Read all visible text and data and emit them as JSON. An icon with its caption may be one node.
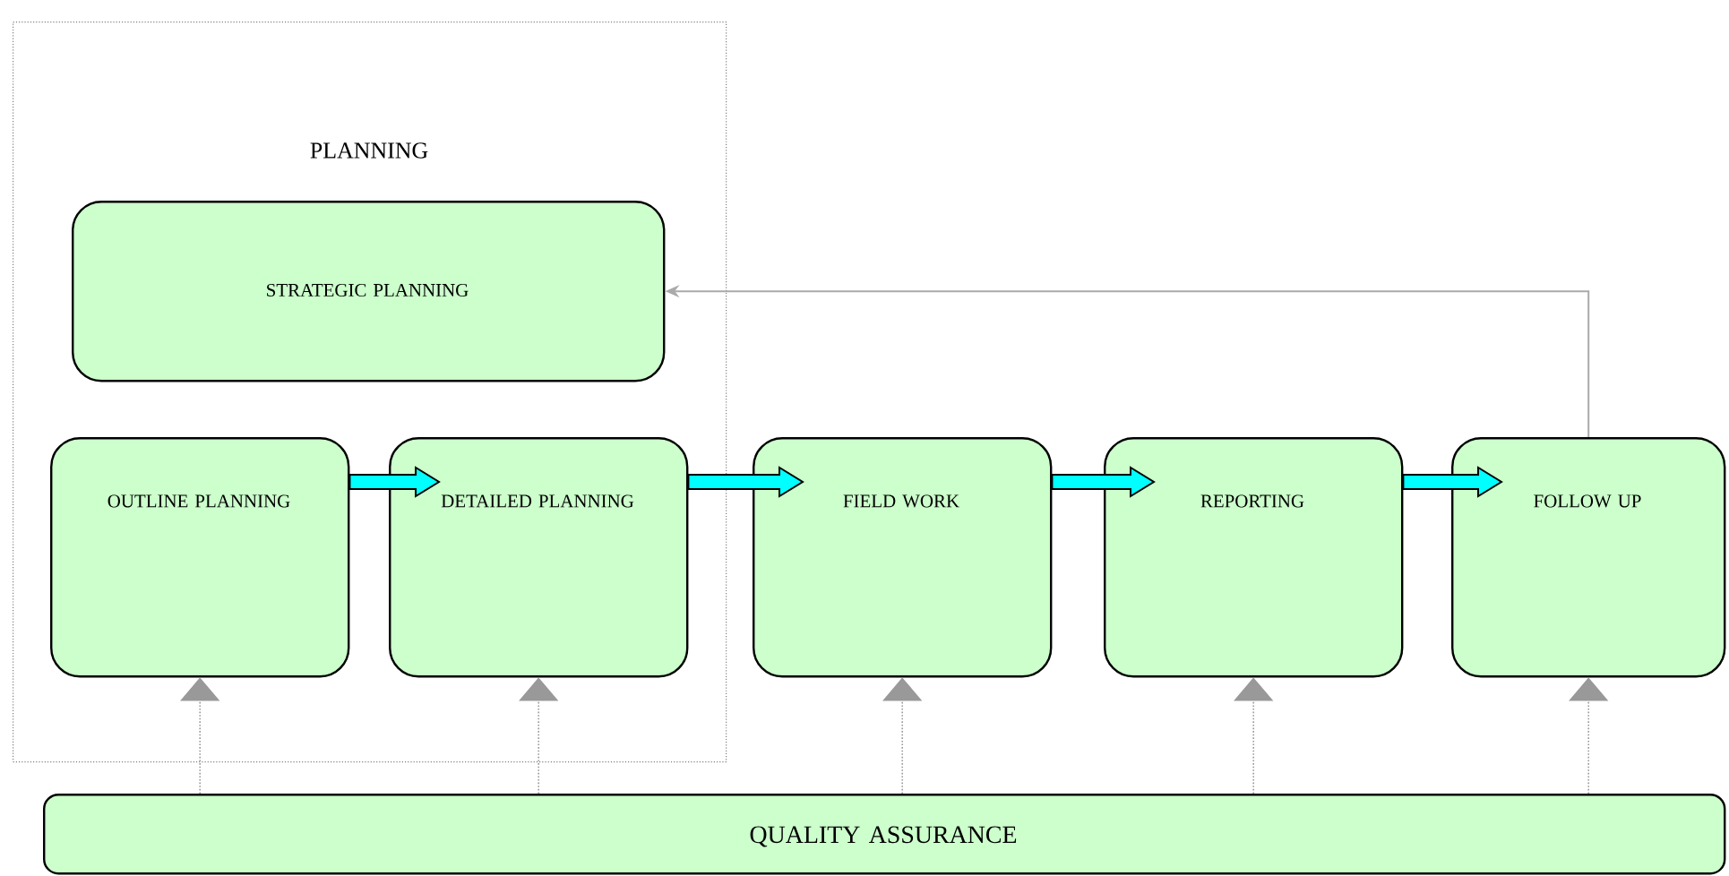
{
  "diagram": {
    "nodes": [
      {
        "text": [
          "PLANNING"
        ]
      },
      {
        "text": [
          "STRATEGIC PLANNING"
        ],
        "in": 0
      },
      {
        "text": [
          "OUTLINE PLANNING"
        ],
        "in": 0
      },
      {
        "text": [
          "DETAILED PLANNING"
        ],
        "in": 0
      },
      {
        "text": [
          "FIELD WORK"
        ]
      },
      {
        "text": [
          "REPORTING"
        ]
      },
      {
        "text": [
          "FOLLOW UP"
        ]
      },
      {
        "text": [
          "QUALITY ASSURANCE"
        ]
      }
    ],
    "edges": [
      {
        "from": 2,
        "to": 3,
        "arrow": "to",
        "style": "thick",
        "color": "#00ffff"
      },
      {
        "from": 3,
        "to": 4,
        "arrow": "to",
        "style": "thick",
        "color": "#00ffff"
      },
      {
        "from": 4,
        "to": 5,
        "arrow": "to",
        "style": "thick",
        "color": "#00ffff"
      },
      {
        "from": 5,
        "to": 6,
        "arrow": "to",
        "style": "thick",
        "color": "#00ffff"
      },
      {
        "from": 6,
        "to": 1,
        "arrow": "to",
        "color": "#aaaaaa"
      },
      {
        "from": 7,
        "to": 2,
        "arrow": "to",
        "style": "dashed",
        "color": "#999999"
      },
      {
        "from": 7,
        "to": 3,
        "arrow": "to",
        "style": "dashed",
        "color": "#999999"
      },
      {
        "from": 7,
        "to": 4,
        "arrow": "to",
        "style": "dashed",
        "color": "#999999"
      },
      {
        "from": 7,
        "to": 5,
        "arrow": "to",
        "style": "dashed",
        "color": "#999999"
      },
      {
        "from": 7,
        "to": 6,
        "arrow": "to",
        "style": "dashed",
        "color": "#999999"
      }
    ]
  }
}
